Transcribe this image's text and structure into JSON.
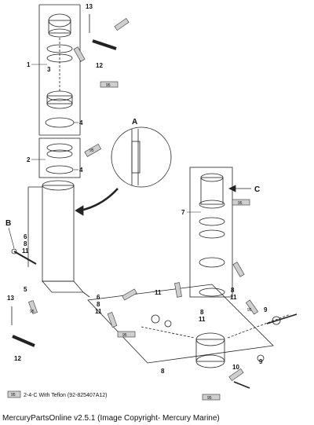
{
  "callouts": {
    "c1": "1",
    "c2": "2",
    "c3": "3",
    "c4a": "4",
    "c4b": "4",
    "c5": "5",
    "c6a": "6",
    "c6b": "6",
    "c7": "7",
    "c8a": "8",
    "c8b": "8",
    "c8c": "8",
    "c8d": "8",
    "c9a": "9",
    "c9b": "9",
    "c10": "10",
    "c11a": "11",
    "c11b": "11",
    "c11c": "11",
    "c11d": "11",
    "c12a": "12",
    "c12b": "12",
    "c13a": "13",
    "c13b": "13"
  },
  "letters": {
    "A": "A",
    "B": "B",
    "C": "C"
  },
  "badge_label": "95",
  "legend": {
    "badge": "95",
    "text": "2-4-C  With Teflon (92-825407A12)"
  },
  "footer": "MercuryPartsOnline v2.5.1 (Image Copyright- Mercury Marine)"
}
